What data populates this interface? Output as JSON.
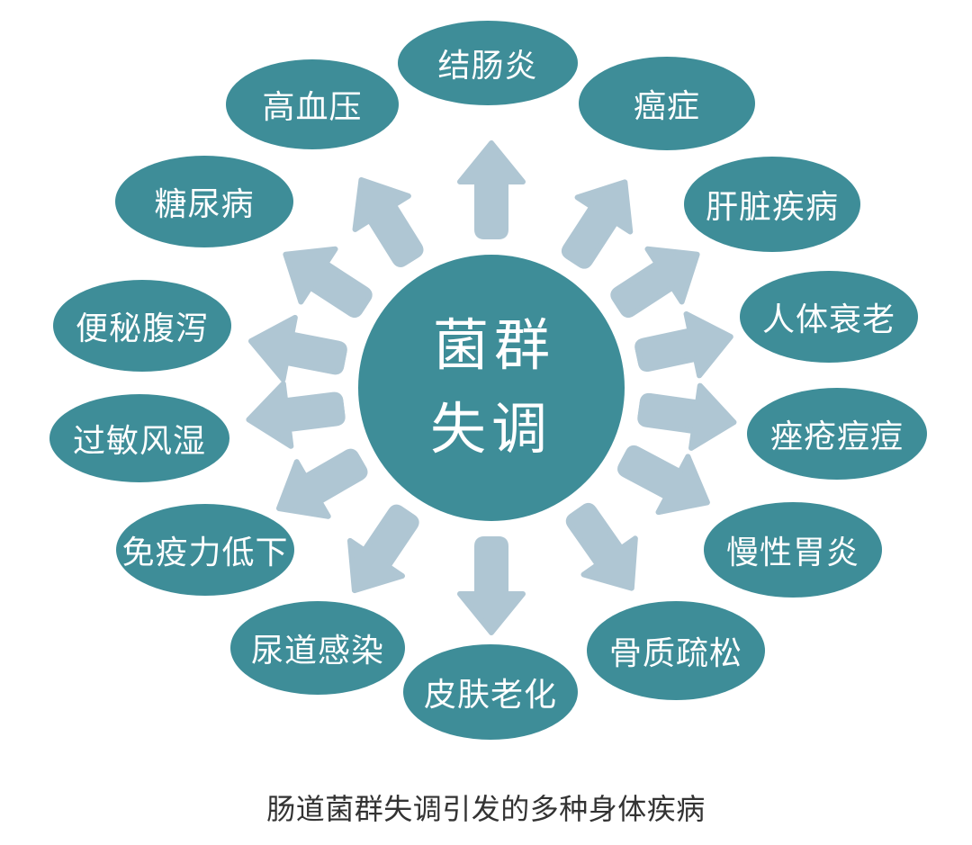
{
  "diagram": {
    "center_node": {
      "label": "菌群\n失调"
    },
    "diseases": [
      {
        "label": "结肠炎"
      },
      {
        "label": "高血压"
      },
      {
        "label": "癌症"
      },
      {
        "label": "糖尿病"
      },
      {
        "label": "肝脏疾病"
      },
      {
        "label": "便秘腹泻"
      },
      {
        "label": "人体衰老"
      },
      {
        "label": "过敏风湿"
      },
      {
        "label": "痤疮痘痘"
      },
      {
        "label": "免疫力低下"
      },
      {
        "label": "慢性胃炎"
      },
      {
        "label": "尿道感染"
      },
      {
        "label": "骨质疏松"
      },
      {
        "label": "皮肤老化"
      }
    ],
    "caption": "肠道菌群失调引发的多种身体疾病",
    "colors": {
      "node_fill": "#3E8D98",
      "arrow_fill": "#AFC6D3",
      "label_text": "#FFFFFF",
      "caption_text": "#333333",
      "background": "#FFFFFF"
    }
  }
}
